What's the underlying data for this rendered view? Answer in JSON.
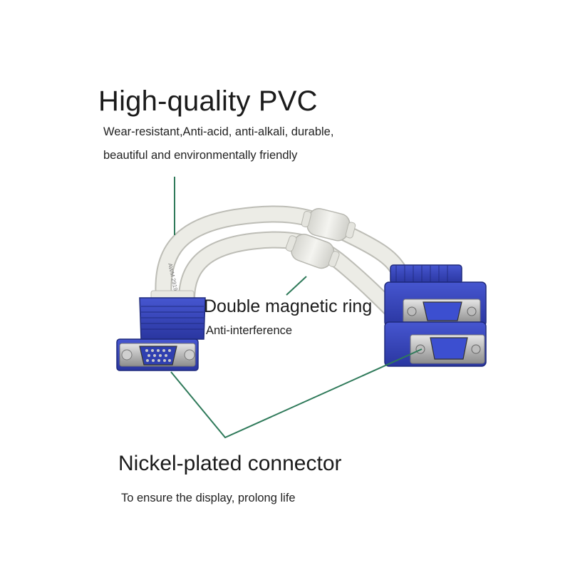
{
  "pvc": {
    "heading": "High-quality PVC",
    "line1": "Wear-resistant,Anti-acid, anti-alkali, durable,",
    "line2": "beautiful and environmentally friendly"
  },
  "ring": {
    "heading": "Double magnetic ring",
    "sub": "Anti-interference"
  },
  "connector": {
    "heading": "Nickel-plated connector",
    "sub": "To ensure the display, prolong life"
  },
  "cable_print": "AWM 2919 80",
  "colors": {
    "connector_blue": "#2f3fb0",
    "cable_white": "#e9e9e4",
    "callout_line": "#2f7a5a"
  }
}
